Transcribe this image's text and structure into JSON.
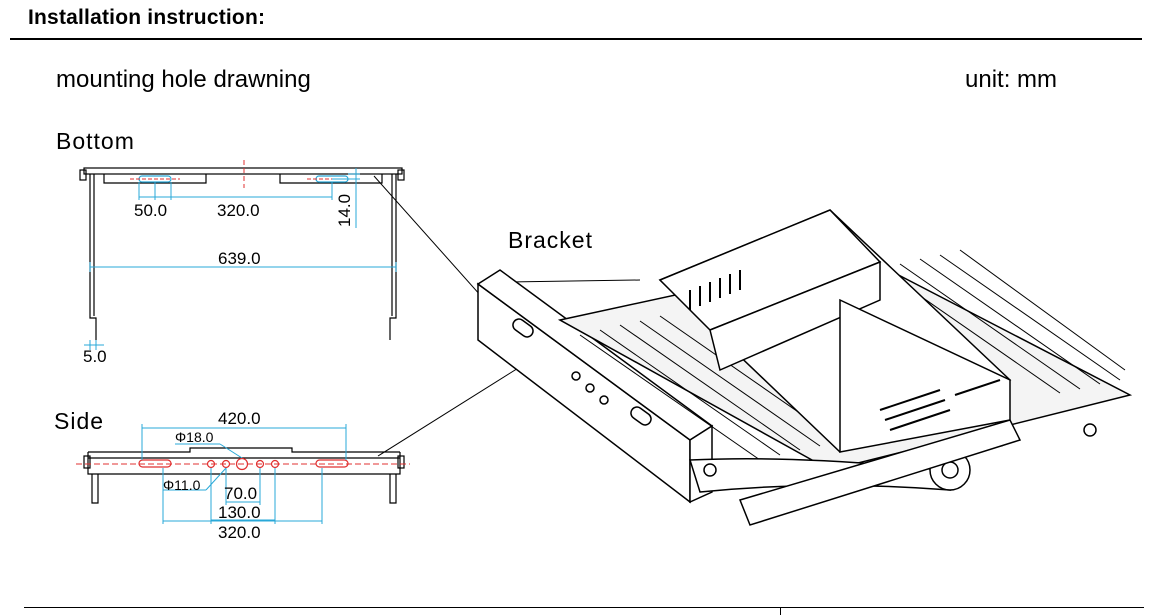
{
  "header": {
    "title": "Installation instruction:"
  },
  "section": {
    "subtitle": "mounting hole drawning",
    "unit": "unit: mm"
  },
  "views": {
    "bottom": {
      "label": "Bottom",
      "dims": {
        "slot_length": "50.0",
        "slot_spacing": "320.0",
        "slot_offset": "14.0",
        "overall_width": "639.0",
        "foot": "5.0"
      }
    },
    "side": {
      "label": "Side",
      "dims": {
        "span": "420.0",
        "hole_large": "Φ18.0",
        "hole_small": "Φ11.0",
        "d70": "70.0",
        "d130": "130.0",
        "d320": "320.0"
      }
    },
    "bracket": {
      "label": "Bracket"
    }
  },
  "colors": {
    "dimension": "#29a8d8",
    "centerline": "#e03030",
    "line": "#000000"
  }
}
